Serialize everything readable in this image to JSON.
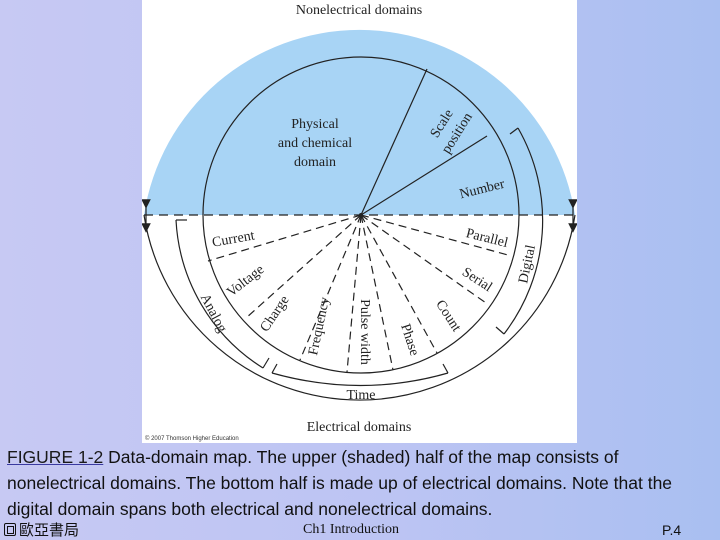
{
  "diagram": {
    "top_title": "Nonelectrical domains",
    "bottom_title": "Electrical domains",
    "copyright": "© 2007 Thomson Higher Education",
    "upper_domains": [
      "Physical",
      "and chemical",
      "domain"
    ],
    "scale_position": [
      "Scale",
      "position"
    ],
    "number": "Number",
    "parallel": "Parallel",
    "serial": "Serial",
    "count": "Count",
    "phase": "Phase",
    "pulse_width": "Pulse width",
    "frequency": "Frequency",
    "charge": "Charge",
    "voltage": "Voltage",
    "current": "Current",
    "analog": "Analog",
    "digital": "Digital",
    "time": "Time",
    "colors": {
      "shade": "#a8d4f5",
      "line": "#222222"
    }
  },
  "caption": {
    "figure_label": "FIGURE 1-2",
    "text": " Data-domain map. The upper (shaded) half of the map consists of nonelectrical domains. The bottom half is made up of electrical domains. Note that the digital domain spans both electrical and nonelectrical domains."
  },
  "footer": {
    "publisher": "歐亞書局",
    "chapter": "Ch1 Introduction",
    "page": "P.4"
  }
}
